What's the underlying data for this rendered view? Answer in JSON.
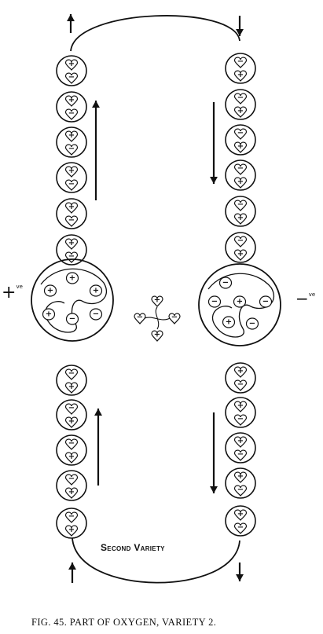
{
  "caption": "FIG. 45. PART OF OXYGEN, VARIETY 2.",
  "variety_label": "Second Variety",
  "left_charge": "+",
  "left_charge_sup": "ve",
  "right_charge": "−",
  "right_charge_sup": "ve",
  "signs": {
    "plus": "+",
    "minus": "−"
  },
  "left_column": {
    "upper_bodies": [
      [
        "+",
        "−"
      ],
      [
        "+",
        "−"
      ],
      [
        "+",
        "−"
      ],
      [
        "+",
        "−"
      ],
      [
        "+",
        "−"
      ],
      [
        "+",
        "−"
      ]
    ],
    "lower_bodies": [
      [
        "−",
        "+"
      ],
      [
        "−",
        "+"
      ],
      [
        "−",
        "+"
      ],
      [
        "−",
        "+"
      ],
      [
        "−",
        "+"
      ]
    ],
    "arrow_direction": "up"
  },
  "right_column": {
    "upper_bodies": [
      [
        "−",
        "+"
      ],
      [
        "−",
        "+"
      ],
      [
        "−",
        "+"
      ],
      [
        "−",
        "+"
      ],
      [
        "−",
        "+"
      ],
      [
        "−",
        "+"
      ]
    ],
    "lower_bodies": [
      [
        "+",
        "−"
      ],
      [
        "+",
        "−"
      ],
      [
        "+",
        "−"
      ],
      [
        "+",
        "−"
      ],
      [
        "+",
        "−"
      ]
    ],
    "arrow_direction": "down"
  },
  "left_sphere_signs": [
    "+",
    "+",
    "+",
    "+",
    "−",
    "−"
  ],
  "right_sphere_signs": [
    "−",
    "−",
    "−",
    "+",
    "+",
    "−"
  ],
  "center_cross_signs": [
    "+",
    "+",
    "−",
    "−"
  ]
}
